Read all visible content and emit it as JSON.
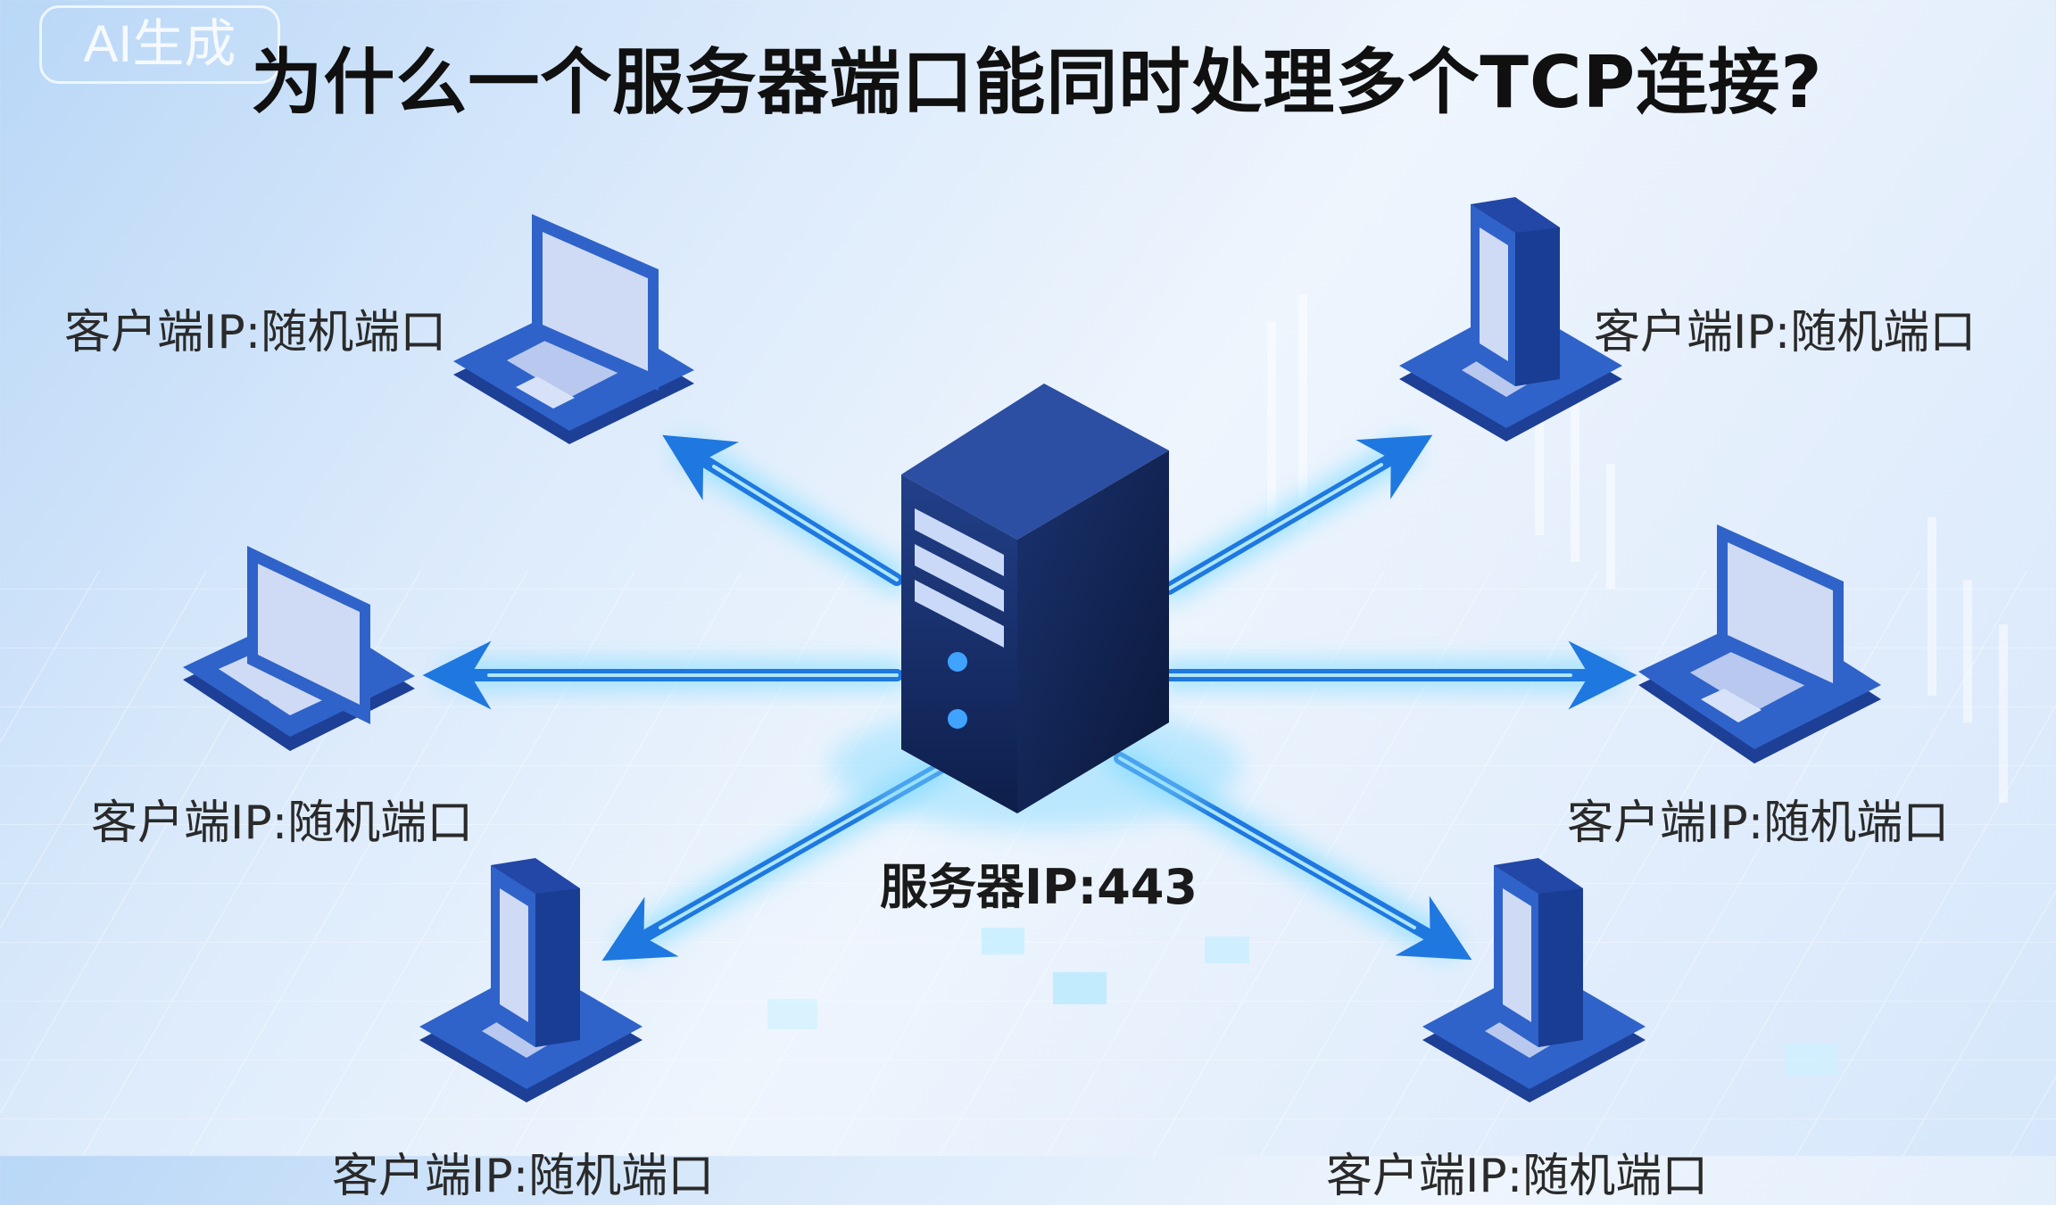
{
  "title": "为什么一个服务器端口能同时处理多个TCP连接?",
  "watermark": "AI生成",
  "server": {
    "label": "服务器IP:443",
    "icon": "server-tower-icon"
  },
  "clients": [
    {
      "id": "top-left",
      "device": "laptop-icon",
      "label": "客户端IP:随机端口"
    },
    {
      "id": "top-right",
      "device": "phone-icon",
      "label": "客户端IP:随机端口"
    },
    {
      "id": "mid-left",
      "device": "laptop-icon",
      "label": "客户端IP:随机端口"
    },
    {
      "id": "mid-right",
      "device": "laptop-icon",
      "label": "客户端IP:随机端口"
    },
    {
      "id": "bottom-left",
      "device": "phone-icon",
      "label": "客户端IP:随机端口"
    },
    {
      "id": "bottom-right",
      "device": "phone-icon",
      "label": "客户端IP:随机端口"
    }
  ],
  "colors": {
    "device_blue": "#2f63c9",
    "device_dark": "#1d3f96",
    "screen": "#cfdaf4",
    "server_dark": "#14295e",
    "arrow": "#1d7fe6",
    "glow": "#7fd9ff"
  }
}
